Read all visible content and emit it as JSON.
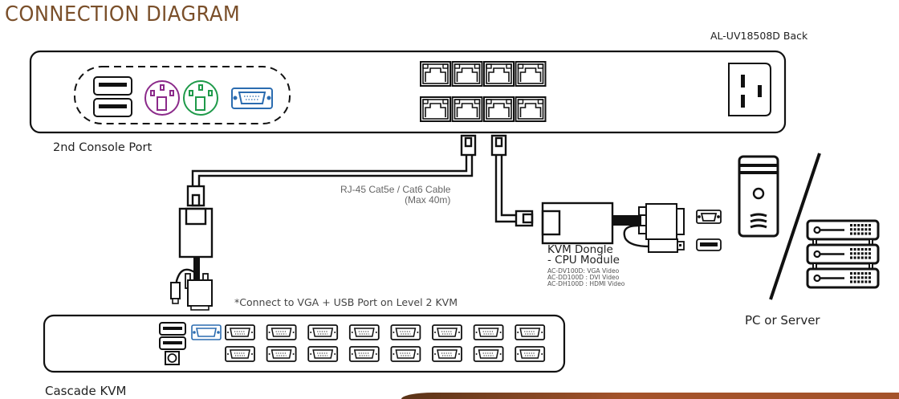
{
  "title": "CONNECTION DIAGRAM",
  "device": {
    "label": "AL-UV18508D Back",
    "rj45_port_count": 8,
    "console_group": [
      "usb-port",
      "usb-port",
      "ps2-mouse-port",
      "ps2-keyboard-port",
      "vga-port"
    ]
  },
  "console_port": {
    "label": "2nd Console Port"
  },
  "cable": {
    "line1": "RJ-45 Cat5e / Cat6 Cable",
    "line2": "(Max 40m)"
  },
  "dongle": {
    "title_line1": "KVM Dongle",
    "title_line2": "- CPU Module",
    "models": [
      "AC-DV100D: VGA Video",
      "AC-DD100D : DVI Video",
      "AC-DH100D : HDMI Video"
    ]
  },
  "note": "*Connect to VGA + USB Port on Level 2 KVM",
  "target": {
    "label": "PC or Server"
  },
  "cascade": {
    "label": "Cascade KVM",
    "vga_port_count": 16
  },
  "colors": {
    "title": "#7a4f2a",
    "ps2_mouse": "#8b2a8a",
    "ps2_keyboard": "#1f9a4a",
    "vga_highlight": "#2b6cb0",
    "line": "#111111",
    "footer_bar": "#a4532b"
  }
}
